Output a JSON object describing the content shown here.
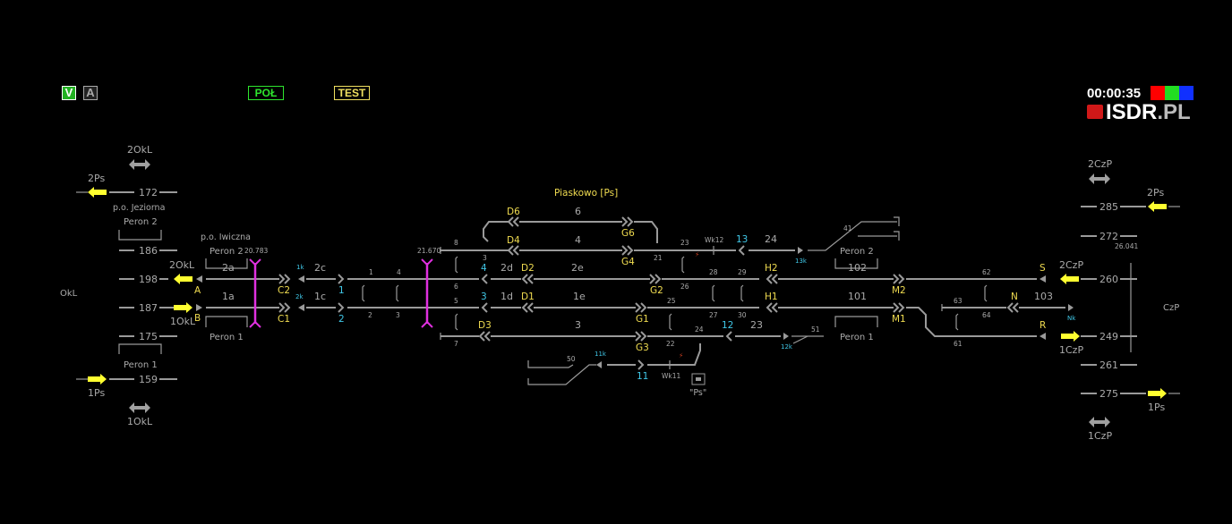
{
  "status": {
    "v": "V",
    "a": "A",
    "pol": "POŁ",
    "test": "TEST"
  },
  "clock": "00:00:35",
  "colors": {
    "red": "#ff0000",
    "green": "#22dd22",
    "blue": "#1030ff",
    "signal_yellow": "#ffff30",
    "track": "#9a9a9a",
    "route_cyan": "#40c8e8",
    "barrier_magenta": "#e030e0"
  },
  "logo": {
    "main": "ISDR",
    "suffix": ".PL",
    "icon": "isdr-logo-icon"
  },
  "station": "Piaskowo [Ps]",
  "west": {
    "station": "OkL",
    "block_2": "2OkL",
    "block_1": "1OkL",
    "ps_2": "2Ps",
    "ps_1": "1Ps",
    "n172": "172",
    "n186": "186",
    "n198": "198",
    "n187": "187",
    "n175": "175",
    "n159": "159",
    "po_jeziorna": "p.o. Jeziorna",
    "peron2_j": "Peron 2",
    "peron1_j": "Peron 1",
    "okl_2": "2OkL",
    "okl_1": "1OkL",
    "po_iwiczna": "p.o. Iwiczna",
    "peron2_i": "Peron 2",
    "km_iw": "20.783",
    "peron1_i": "Peron 1",
    "t2a": "2a",
    "t1a": "1a",
    "sigA": "A",
    "sigB": "B"
  },
  "east": {
    "station": "CzP",
    "block_2": "2CzP",
    "block_1": "1CzP",
    "ps_2": "2Ps",
    "ps_1": "1Ps",
    "n285": "285",
    "n272": "272",
    "n260": "260",
    "n249": "249",
    "n261": "261",
    "n275": "275",
    "km": "26.041",
    "czp_2": "2CzP",
    "czp_1": "1CzP",
    "sigS": "S",
    "sigR": "R",
    "sigN": "N",
    "t103": "103",
    "nk": "Nk",
    "t62": "62",
    "t63": "63",
    "t64": "64",
    "t61": "61"
  },
  "tracks": {
    "t2c": "2c",
    "t1c": "1c",
    "t2d": "2d",
    "t1d": "1d",
    "t2e": "2e",
    "t1e": "1e",
    "t6": "6",
    "t4": "4",
    "t3": "3",
    "t24": "24",
    "t23": "23",
    "t102": "102",
    "t101": "101",
    "km_mid": "21.670",
    "peron2": "Peron 2",
    "peron1": "Peron 1",
    "t41": "41",
    "t51": "51",
    "t50": "50"
  },
  "signals": {
    "C2": "C2",
    "C1": "C1",
    "D6": "D6",
    "D4": "D4",
    "D2": "D2",
    "D1": "D1",
    "D3": "D3",
    "G6": "G6",
    "G4": "G4",
    "G2": "G2",
    "G1": "G1",
    "G3": "G3",
    "H2": "H2",
    "H1": "H1",
    "M2": "M2",
    "M1": "M1"
  },
  "routes": {
    "r1k": "1k",
    "r2k": "2k",
    "r1": "1",
    "r2": "2",
    "r4": "4",
    "r3": "3",
    "r13": "13",
    "r13k": "13k",
    "r12": "12",
    "r12k": "12k",
    "r11": "11",
    "r11k": "11k"
  },
  "switches": {
    "s1": "1",
    "s2": "2",
    "s3": "3",
    "s4": "4",
    "s5": "5",
    "s6": "6",
    "s7": "7",
    "s8": "8",
    "s3b": "3",
    "s21": "21",
    "s23": "23",
    "s25": "25",
    "s26": "26",
    "s27": "27",
    "s28": "28",
    "s29": "29",
    "s30": "30",
    "s22": "22",
    "s24": "24"
  },
  "crossings": {
    "wk12": "Wk12",
    "wk11": "Wk11"
  },
  "post": "\"Ps\""
}
